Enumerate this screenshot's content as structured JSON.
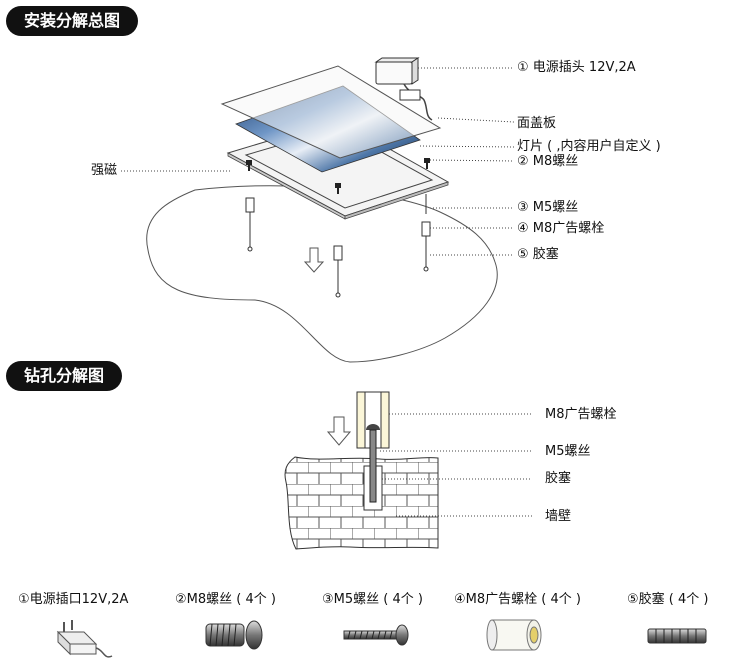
{
  "sections": {
    "install_title": "安装分解总图",
    "drill_title": "钻孔分解图"
  },
  "install_labels": {
    "power": "① 电源插头 12V,2A",
    "cover": "面盖板",
    "film": "灯片 ( ,内容用户自定义 )",
    "magnet": "强磁",
    "m8_screw": "② M8螺丝",
    "m5_screw": "③ M5螺丝",
    "m8_bolt": "④ M8广告螺栓",
    "plug": "⑤ 胶塞"
  },
  "drill_labels": {
    "m8_bolt": "M8广告螺栓",
    "m5_screw": "M5螺丝",
    "plug": "胶塞",
    "wall": "墙壁"
  },
  "parts": [
    {
      "label": "①电源插口12V,2A",
      "icon": "power-adapter-icon"
    },
    {
      "label": "②M8螺丝 ( 4个 )",
      "icon": "m8-screw-icon"
    },
    {
      "label": "③M5螺丝 ( 4个 )",
      "icon": "m5-screw-icon"
    },
    {
      "label": "④M8广告螺栓 ( 4个 )",
      "icon": "m8-bolt-icon"
    },
    {
      "label": "⑤胶塞 ( 4个 )",
      "icon": "wall-plug-icon"
    }
  ]
}
